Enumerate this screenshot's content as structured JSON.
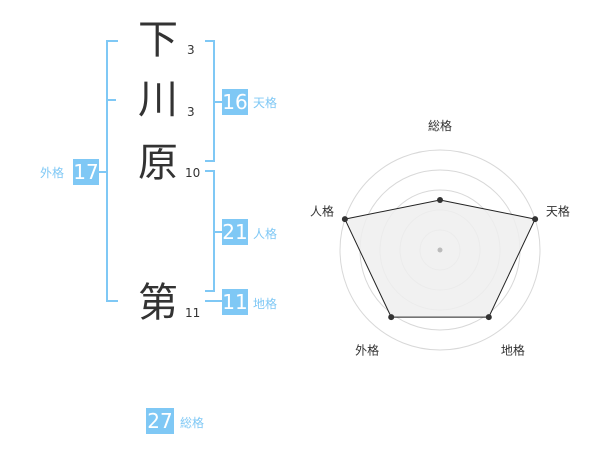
{
  "name_chars": [
    {
      "char": "下",
      "strokes": "3"
    },
    {
      "char": "川",
      "strokes": "3"
    },
    {
      "char": "原",
      "strokes": "10"
    },
    {
      "char": "第",
      "strokes": "11"
    }
  ],
  "kaku": {
    "tenkaku": {
      "value": "16",
      "label": "天格"
    },
    "jinkaku": {
      "value": "21",
      "label": "人格"
    },
    "chikaku": {
      "value": "11",
      "label": "地格"
    },
    "gaikaku": {
      "value": "17",
      "label": "外格"
    },
    "soukaku": {
      "value": "27",
      "label": "総格"
    }
  },
  "chart_data": {
    "type": "radar",
    "axes": [
      "総格",
      "天格",
      "地格",
      "外格",
      "人格"
    ],
    "values": [
      0.5,
      1.0,
      0.83,
      0.83,
      1.0
    ],
    "range": [
      0,
      1
    ],
    "rings": 5,
    "colors": {
      "fill": "#eeeeee",
      "line": "#222222",
      "grid": "#d8d8d8",
      "point": "#333333"
    }
  },
  "colors": {
    "accent": "#7fc8f5",
    "text": "#333333"
  }
}
